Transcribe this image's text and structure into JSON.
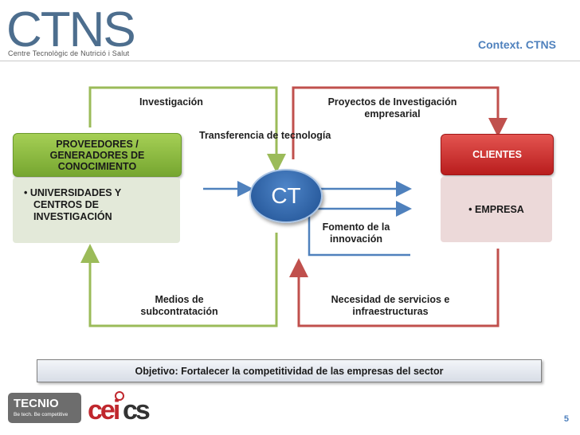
{
  "header": {
    "logo_text": "CTNS",
    "logo_subtitle": "Centre Tecnològic de Nutrició i Salut",
    "title": "Context. CTNS"
  },
  "diagram": {
    "left_top_label": "Investigación",
    "left_bottom_label_1": "Medios de",
    "left_bottom_label_2": "subcontratación",
    "right_top_label_1": "Proyectos de Investigación",
    "right_top_label_2": "empresarial",
    "right_bottom_label_1": "Necesidad de servicios e",
    "right_bottom_label_2": "infraestructuras",
    "transfer_label": "Transferencia  de tecnología",
    "innovation_label_1": "Fomento de la",
    "innovation_label_2": "innovación",
    "center_label": "CT",
    "providers_header_1": "PROVEEDORES /",
    "providers_header_2": "GENERADORES DE",
    "providers_header_3": "CONOCIMIENTO",
    "providers_body_1": "• UNIVERSIDADES Y",
    "providers_body_2": "CENTROS DE",
    "providers_body_3": "INVESTIGACIÓN",
    "clients_header": "CLIENTES",
    "clients_body": "• EMPRESA"
  },
  "objective": "Objetivo:  Fortalecer la competitividad de las empresas del sector",
  "footer": {
    "tecnio_title": "TECNIO",
    "tecnio_tagline": "Be tech. Be competitive",
    "ceics_logo": "CEICS",
    "page_number": "5"
  },
  "colors": {
    "green": "#9bbb59",
    "red": "#c0504d",
    "blue": "#4f81bd"
  }
}
